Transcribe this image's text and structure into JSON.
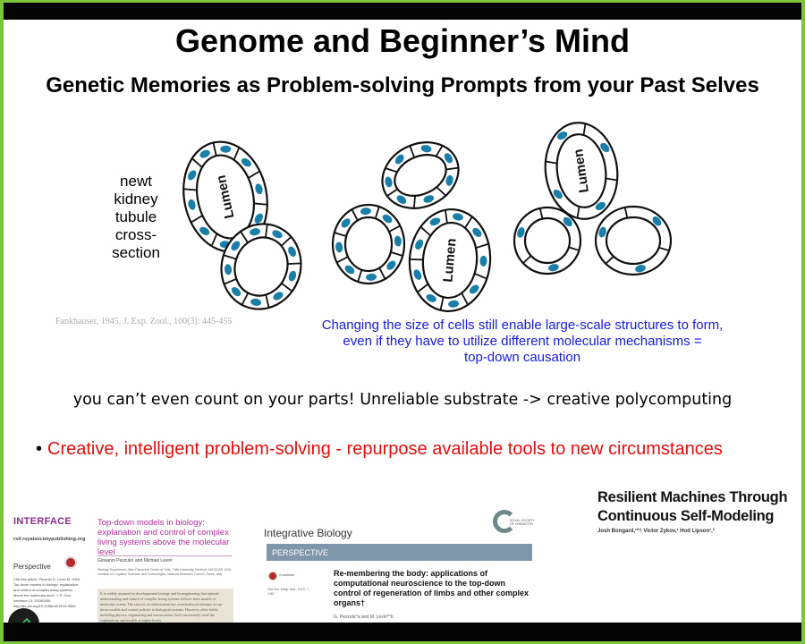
{
  "slide": {
    "title": "Genome and Beginner’s Mind",
    "subtitle": "Genetic Memories as Problem-solving Prompts from your Past Selves",
    "newt_label": [
      "newt",
      "kidney",
      "tubule",
      "cross-",
      "section"
    ],
    "lumen_label": "Lumen",
    "figure_citation": "Fankhauser, 1945, J. Exp. Zool., 100(3): 445-455",
    "caption": [
      "Changing the size of cells still enable large-scale structures to form,",
      "even if they have to utilize different molecular mechanisms =",
      "top-down causation"
    ],
    "statement": "you can’t even count on your parts!  Unreliable substrate -> creative polycomputing",
    "bullet": "Creative, intelligent problem-solving - repurpose available tools to new circumstances"
  },
  "papers": {
    "interface": {
      "journal": "INTERFACE",
      "url": "rsif.royalsocietypublishing.org",
      "type": "Perspective",
      "cite": "Cite this article: Pezzulo G, Levin M. 2016 Top-down models in biology: explanation and control of complex living systems above the molecular level. J. R. Soc. Interface 13: 20160555. http://dx.doi.org/10.1098/rsif.2016.0555",
      "title": "Top-down models in biology: explanation and control of complex living systems above the molecular level",
      "authors": "Giovanni Pezzulo¹ and Michael Levin²",
      "affiliations": "¹Biology Department, Allen Discovery Center at Tufts, Tufts University, Medford, MA 02155, USA ²Institute of Cognitive Sciences and Technologies, National Research Council, Rome, Italy",
      "abstract": "It is widely assumed in developmental biology and bioengineering that optimal understanding and control of complex living systems follows from models of molecular events. The success of reductionism has overshadowed attempts at top-down models and control policies in biological systems. However, other fields, including physics, engineering and neuroscience, have successfully used the explanations and models at higher levels"
    },
    "integrative_biology": {
      "journal": "Integrative Biology",
      "publisher": "ROYAL SOCIETY OF CHEMISTRY",
      "section": "PERSPECTIVE",
      "crossmark": "CrossMark",
      "cite": "Cite this: Integr. Biol., 2015, 7, 1487",
      "title": "Re-membering the body: applications of computational neuroscience to the top-down control of regeneration of limbs and other complex organs†",
      "authors": "G. Pezzulo^a and M. Levin*^b"
    },
    "science": {
      "title": "Resilient Machines Through Continuous Self-Modeling",
      "authors": "Josh Bongard,¹*† Victor Zykov,¹ Hod Lipson¹,²"
    }
  },
  "colors": {
    "frame": "#7cc53a",
    "nucleus": "#1a7fa8",
    "caption": "#1a1ad6",
    "bullet": "#e01010"
  }
}
